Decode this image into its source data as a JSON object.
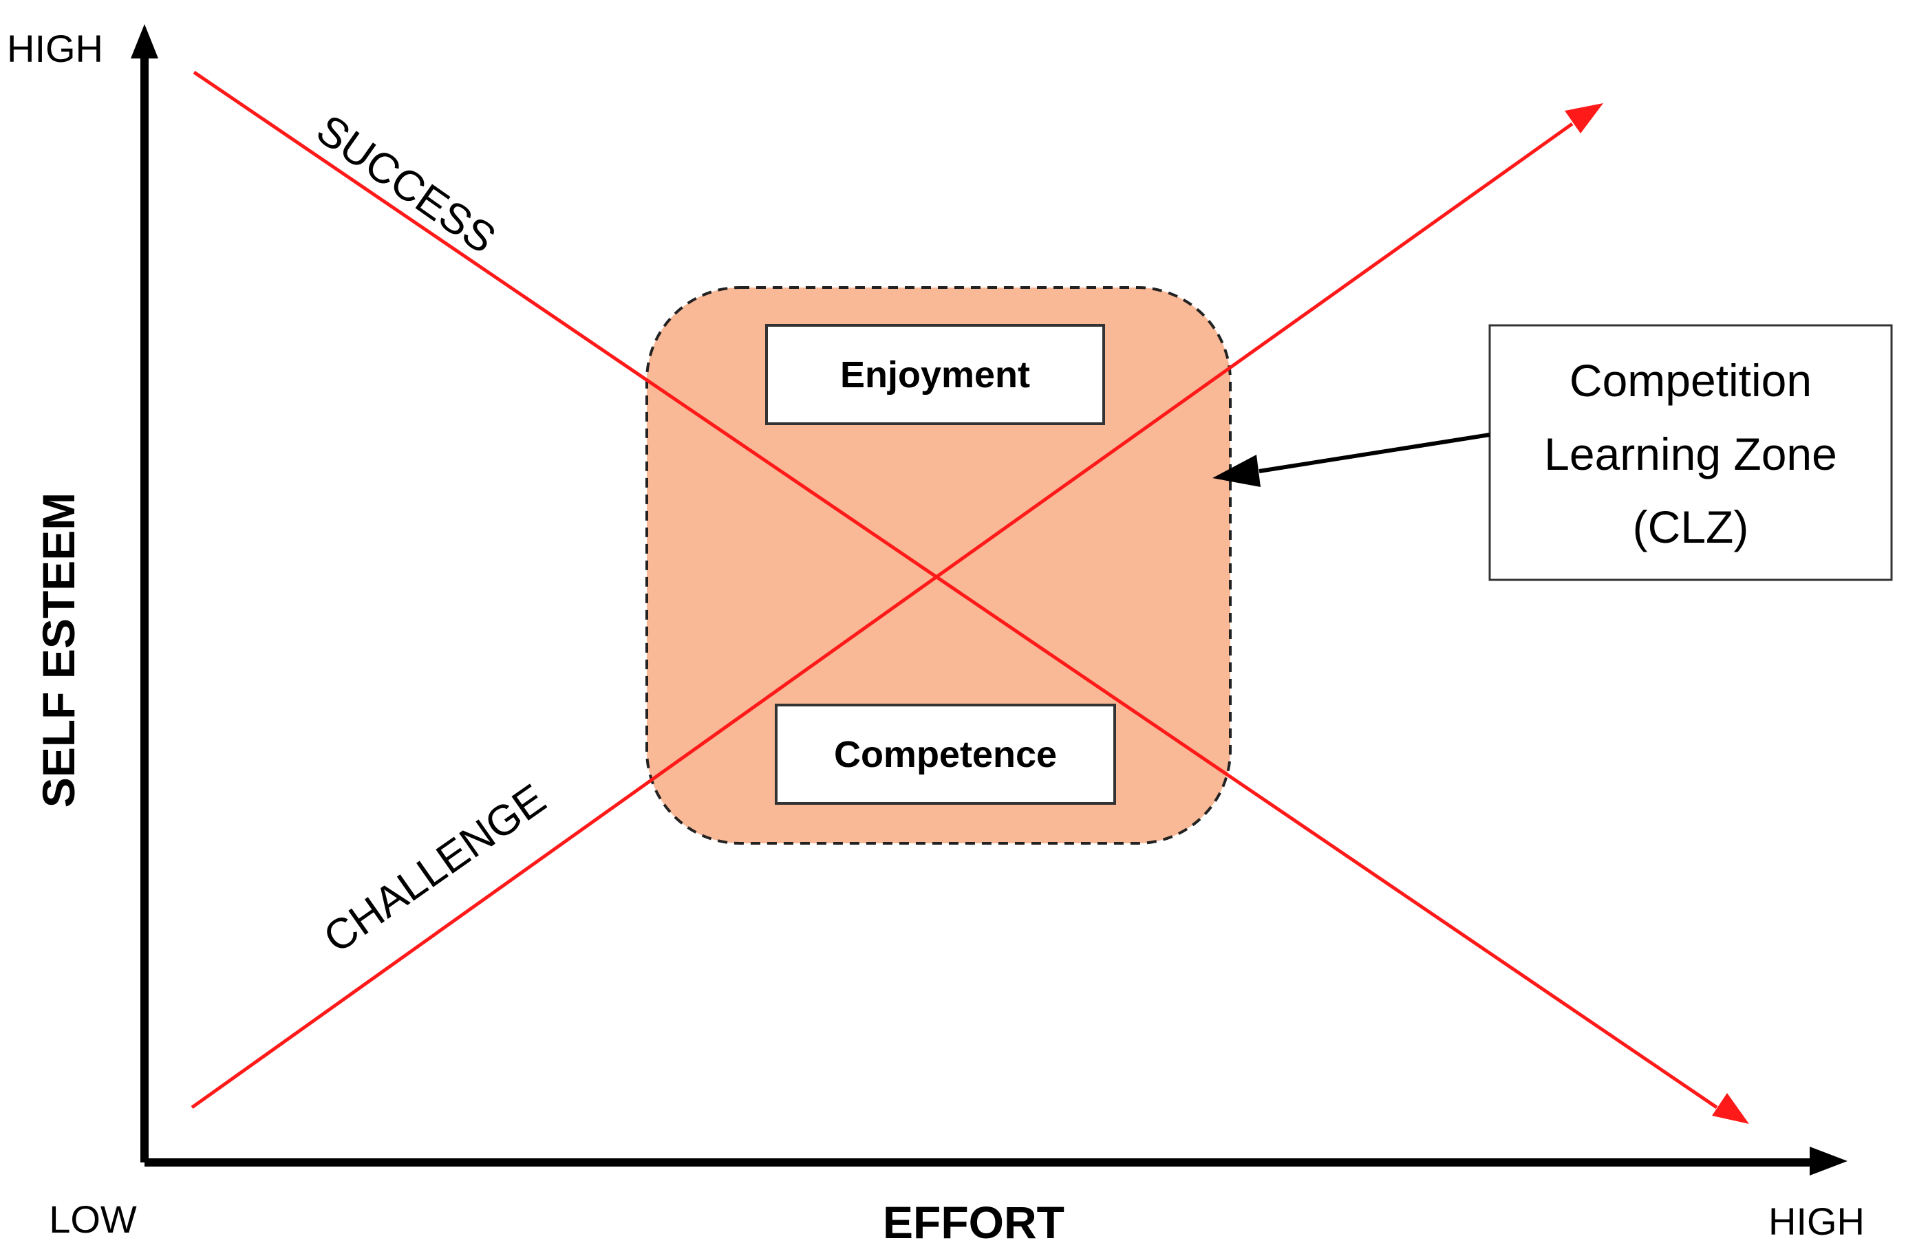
{
  "colors": {
    "axis": "#000000",
    "trend_line": "#ff1a1a",
    "zone_fill": "#f9b896",
    "zone_border": "#222222",
    "box_border": "#333333",
    "background": "#ffffff"
  },
  "axes": {
    "y_label": "SELF ESTEEM",
    "x_label": "EFFORT",
    "y_high": "HIGH",
    "origin_low": "LOW",
    "x_high": "HIGH"
  },
  "lines": {
    "success": "SUCCESS",
    "challenge": "CHALLENGE"
  },
  "zone": {
    "top_box": "Enjoyment",
    "bottom_box": "Competence"
  },
  "callout": {
    "line1": "Competition",
    "line2": "Learning Zone",
    "line3": "(CLZ)"
  }
}
